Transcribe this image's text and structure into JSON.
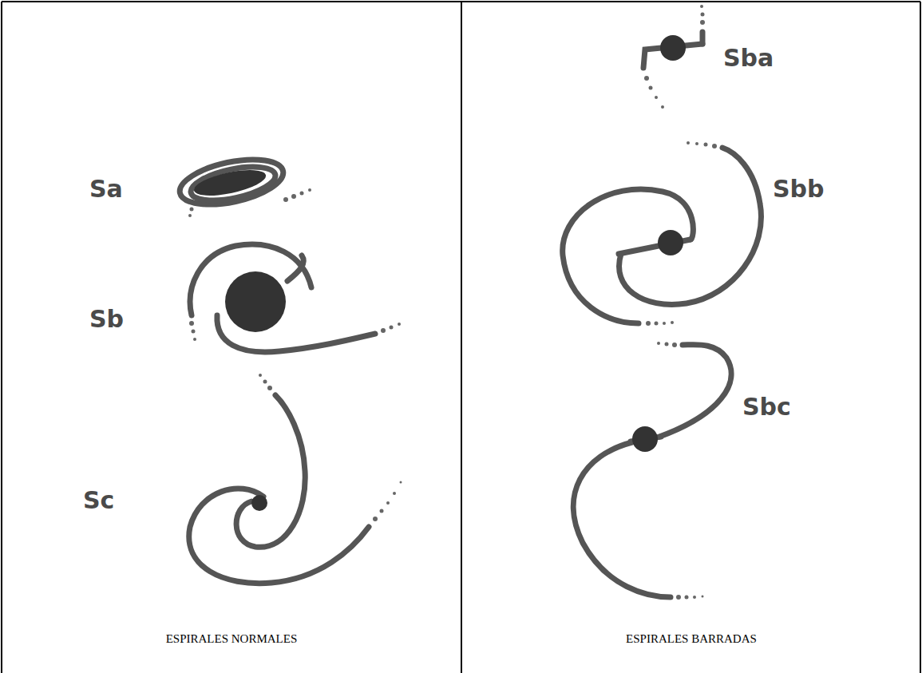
{
  "diagram": {
    "labels": [
      "Sa",
      "Sb",
      "Sc",
      "ESPIRALES NORMALES",
      "Sba",
      "Sbb",
      "Sbc",
      "ESPIRALES BARRADAS"
    ]
  }
}
